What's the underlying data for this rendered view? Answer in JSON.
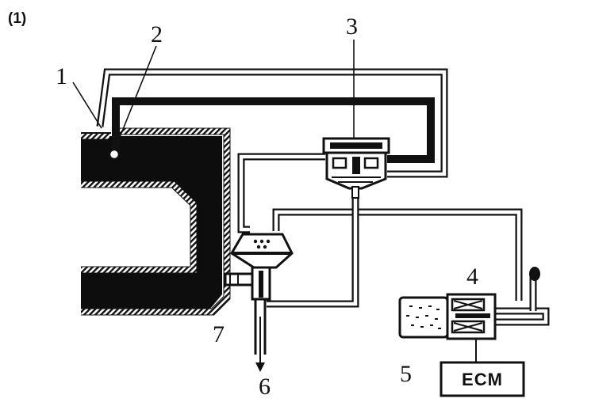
{
  "figure_label": "(1)",
  "labels": {
    "l1": "1",
    "l2": "2",
    "l3": "3",
    "l4": "4",
    "l5": "5",
    "l6": "6",
    "l7": "7"
  },
  "ecm_box": "ECM",
  "colors": {
    "ink": "#111111",
    "paper": "#ffffff"
  }
}
